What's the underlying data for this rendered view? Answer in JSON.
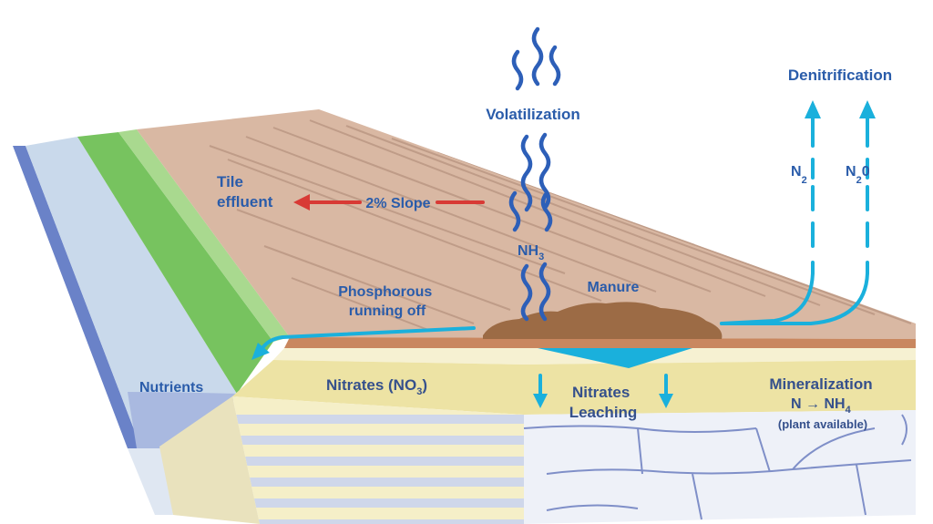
{
  "labels": {
    "volatilization": "Volatilization",
    "denitrification": "Denitrification",
    "tile_line1": "Tile",
    "tile_line2": "effluent",
    "slope": "2% Slope",
    "nh3_base": "NH",
    "nh3_sub": "3",
    "n2_base": "N",
    "n2_sub": "2",
    "n2o_base": "N",
    "n2o_sub": "2",
    "n2o_tail": "0",
    "manure": "Manure",
    "phosphorous_line1": "Phosphorous",
    "phosphorous_line2": "running off",
    "nutrients": "Nutrients",
    "nitrates_base": "Nitrates (NO",
    "nitrates_sub": "3",
    "nitrates_close": ")",
    "leaching_line1": "Nitrates",
    "leaching_line2": "Leaching",
    "mineralization": "Mineralization",
    "min_formula_base": "N → NH",
    "min_formula_sub": "4",
    "plant_available": "(plant available)"
  },
  "colors": {
    "field_top": "#d9b8a3",
    "field_furrow": "#bf9c88",
    "field_edge": "#c9875f",
    "soil_yellow": "#ede3a4",
    "soil_light": "#f6f1d2",
    "water_blue": "#c9d9eb",
    "water_dark": "#6a82c8",
    "grass_green": "#77c35f",
    "grass_light": "#a9d98f",
    "bedrock": "#eef1f8",
    "bedrock_crack": "#7f8fc8",
    "text_blue": "#2a5caa",
    "flow_cyan": "#1ab0dc",
    "arrow_red": "#d83a35",
    "manure_brown": "#9c6b45"
  }
}
